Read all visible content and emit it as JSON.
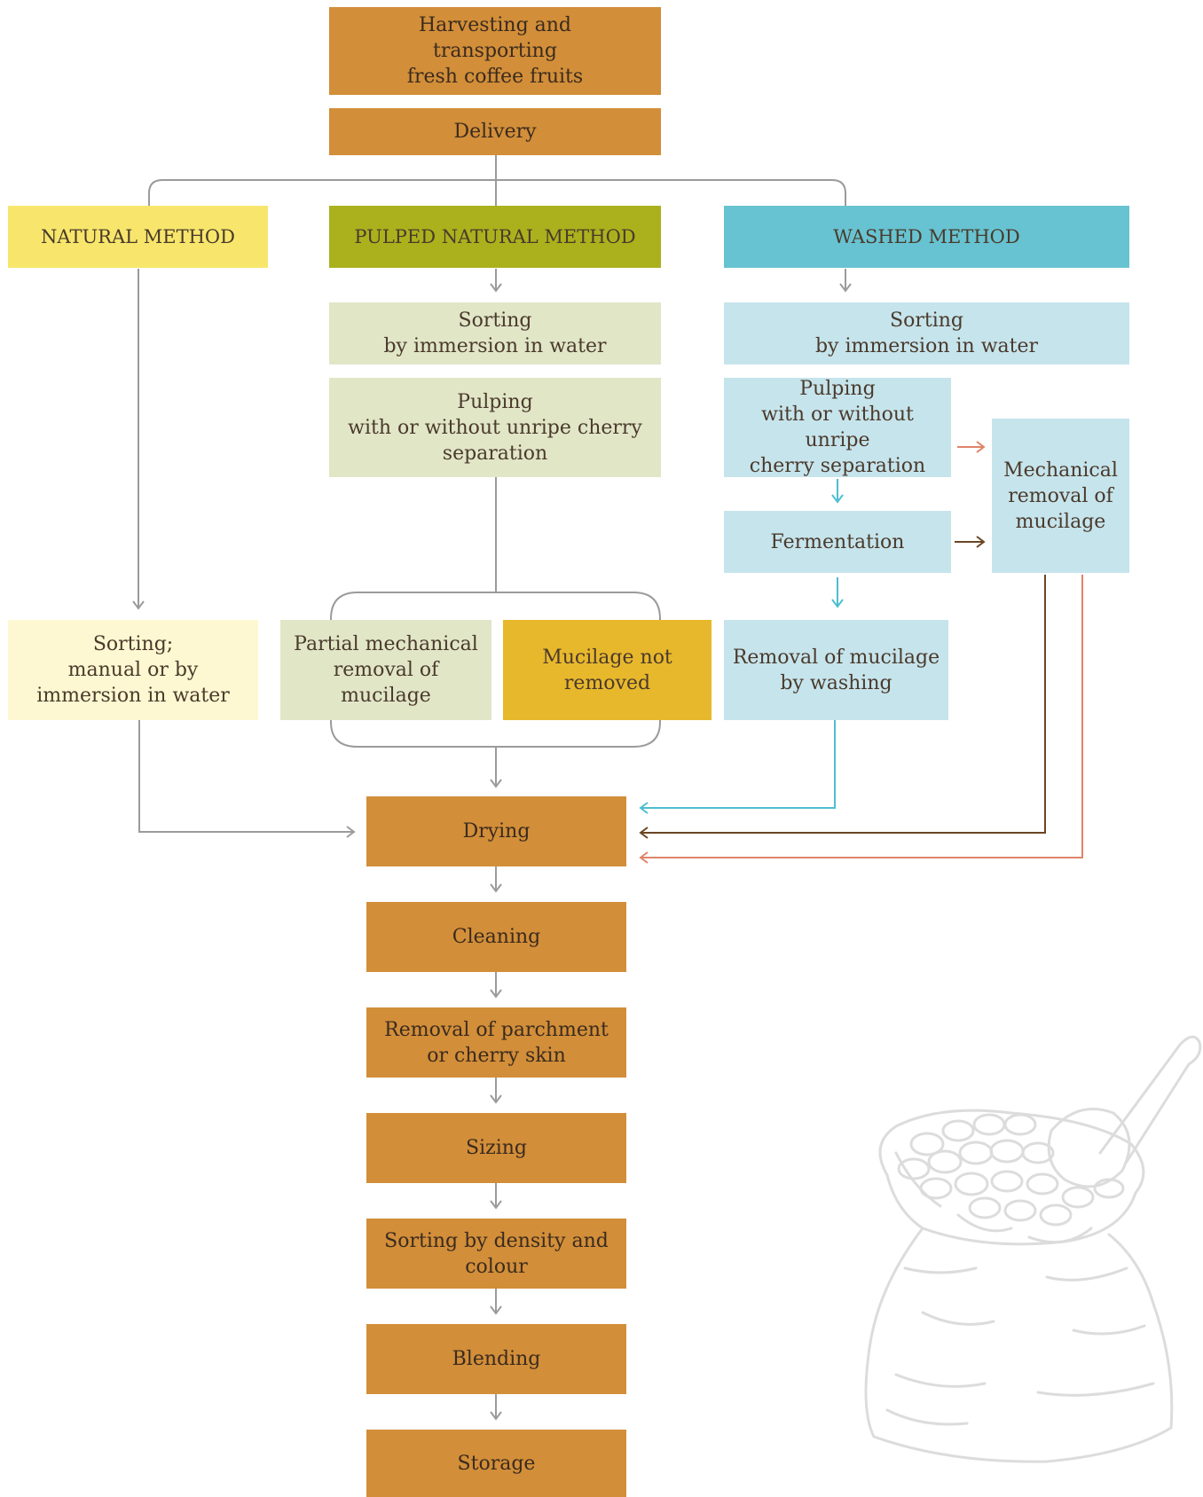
{
  "top": {
    "harvesting": "Harvesting and\ntransporting\nfresh coffee fruits",
    "delivery": "Delivery"
  },
  "methods": {
    "natural": "NATURAL METHOD",
    "pulped_natural": "PULPED NATURAL METHOD",
    "washed": "WASHED METHOD"
  },
  "natural": {
    "sorting": "Sorting;\nmanual or by\nimmersion in water"
  },
  "pulped_natural": {
    "sorting": "Sorting\nby immersion in water",
    "pulping": "Pulping\nwith or without unripe cherry\nseparation",
    "partial_removal": "Partial mechanical\nremoval of\nmucilage",
    "not_removed": "Mucilage not\nremoved"
  },
  "washed": {
    "sorting": "Sorting\nby immersion in water",
    "pulping": "Pulping\nwith or without unripe\ncherry separation",
    "fermentation": "Fermentation",
    "mechanical_removal": "Mechanical\nremoval of\nmucilage",
    "washing_removal": "Removal of mucilage\nby washing"
  },
  "common": {
    "drying": "Drying",
    "cleaning": "Cleaning",
    "parchment": "Removal of parchment\nor cherry skin",
    "sizing": "Sizing",
    "density_sorting": "Sorting by density and\ncolour",
    "blending": "Blending",
    "storage": "Storage"
  },
  "colors": {
    "primary_orange": "#d28e39",
    "natural_yellow": "#f7e66b",
    "pulped_green": "#aab11d",
    "washed_blue": "#67c3d1",
    "mustard": "#e8b82c",
    "arrow_gray": "#9b9b9b",
    "arrow_blue": "#4dbfcf",
    "arrow_brown": "#6b4523",
    "arrow_salmon": "#e0846a"
  },
  "decoration": {
    "illustration": "coffee-sack-icon"
  }
}
